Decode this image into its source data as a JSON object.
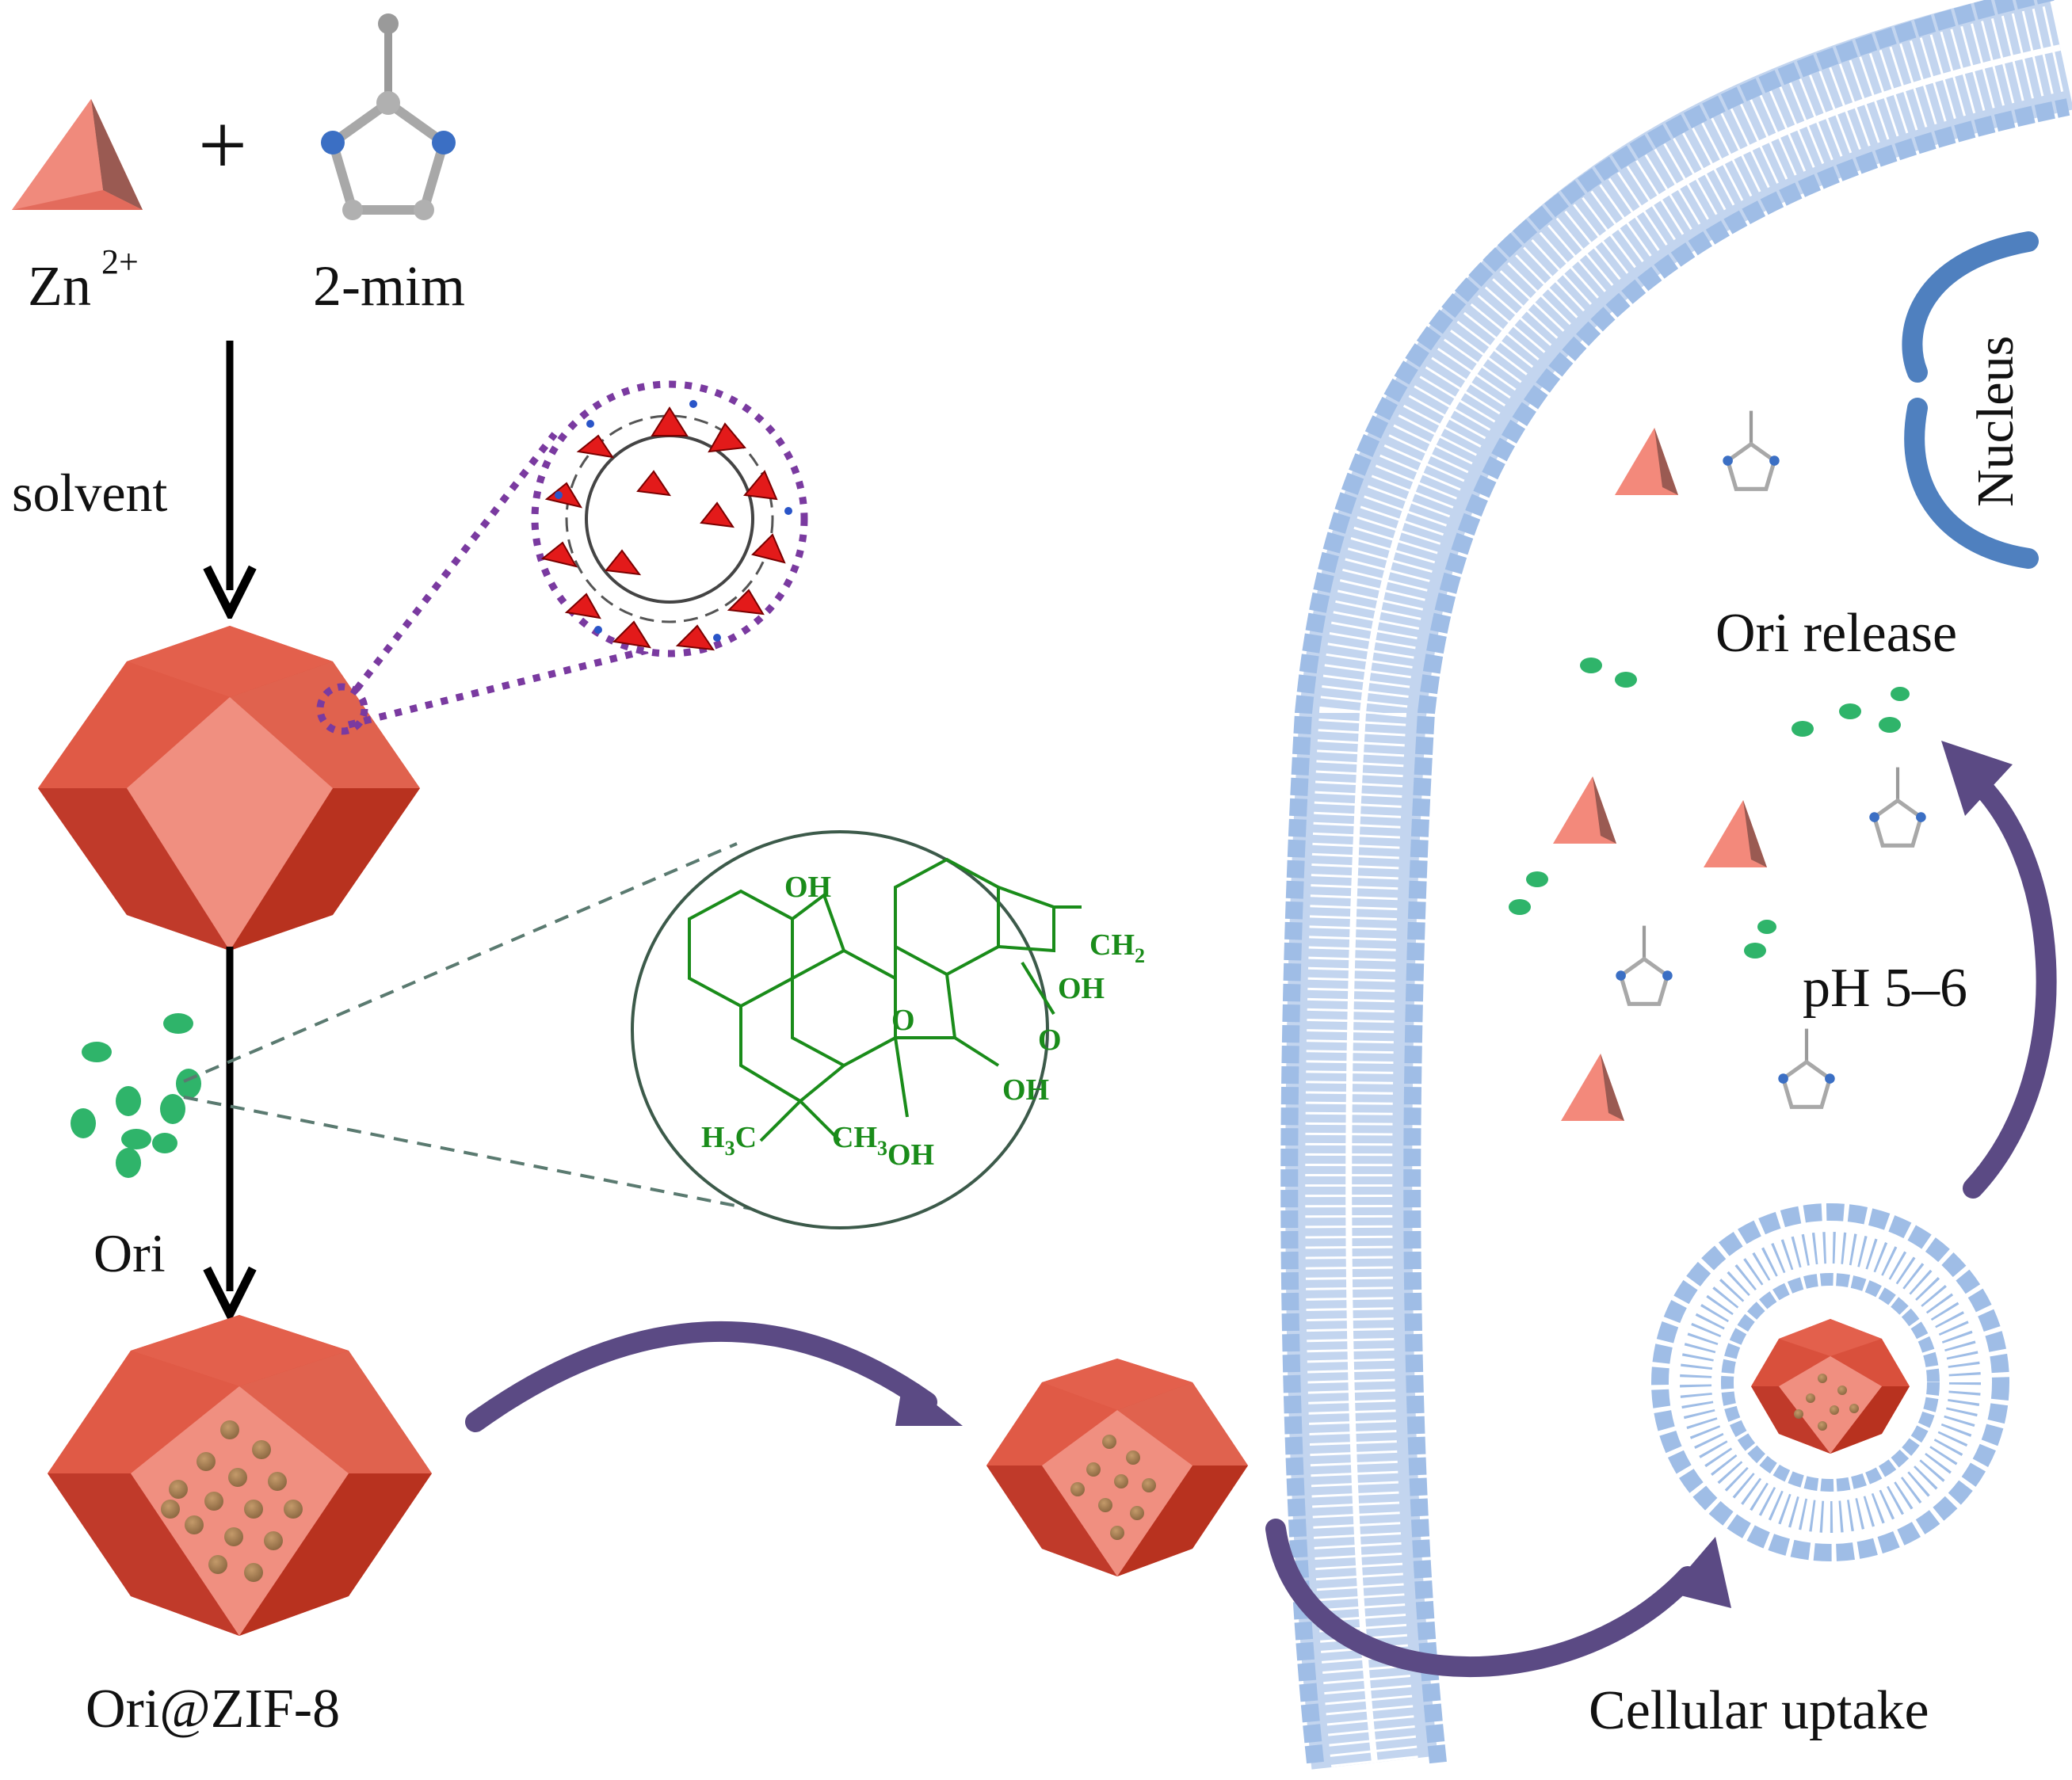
{
  "labels": {
    "zn": "Zn",
    "zn_charge": "2+",
    "plus": "+",
    "mim": "2-mim",
    "solvent": "solvent",
    "ori": "Ori",
    "ori_zif": "Ori@ZIF-8",
    "nucleus": "Nucleus",
    "ori_release": "Ori release",
    "ph": "pH 5–6",
    "cellular_uptake": "Cellular uptake"
  },
  "chemistry": {
    "oh_top": "OH",
    "ch2": "CH",
    "ch2_sub": "2",
    "oh_right": "OH",
    "o_ring": "O",
    "o_ketone": "O",
    "oh_mid": "OH",
    "h3c_h": "H",
    "h3c_sub": "3",
    "h3c_c": "C",
    "ch3": "CH",
    "ch3_sub": "3",
    "oh_bottom": "OH"
  },
  "colors": {
    "crystal_main": "#d9503c",
    "crystal_light": "#f08f80",
    "crystal_dark": "#b63124",
    "membrane": "#9fbde6",
    "nucleus": "#4f80bf",
    "arrow_purple": "#5b4a84",
    "drug_green": "#2fb46a",
    "structure_green": "#1a8c1a",
    "zoom_purple": "#7a3aa0",
    "dash_teal": "#5a7a70"
  }
}
